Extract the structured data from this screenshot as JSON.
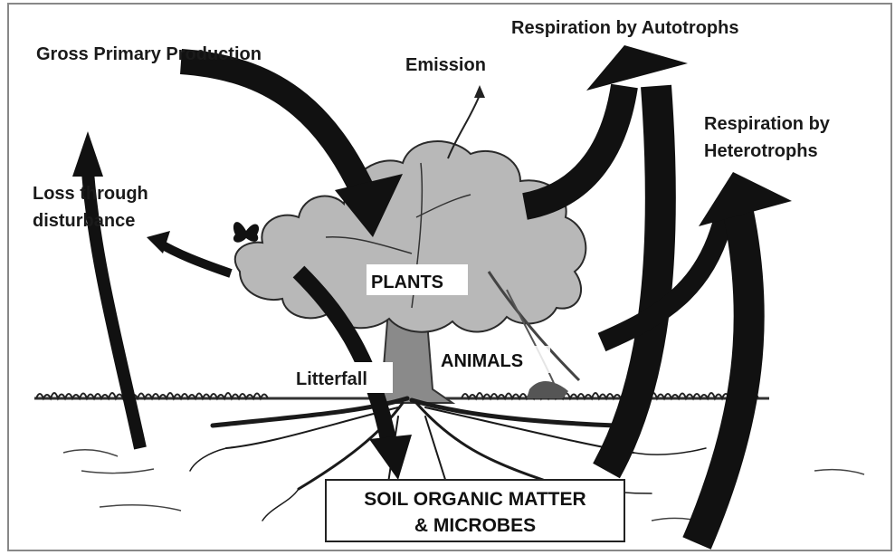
{
  "labels": {
    "gpp": "Gross Primary Production",
    "emission": "Emission",
    "resp_auto": "Respiration by Autotrophs",
    "resp_hetero_1": "Respiration by",
    "resp_hetero_2": "Heterotrophs",
    "loss_1": "Loss through",
    "loss_2": "disturbance",
    "plants": "PLANTS",
    "animals": "ANIMALS",
    "litterfall": "Litterfall",
    "soil_1": "SOIL ORGANIC MATTER",
    "soil_2": "& MICROBES"
  },
  "colors": {
    "arrow": "#111111",
    "canopy": "#b8b8b8",
    "canopy_stroke": "#2a2a2a",
    "trunk": "#8a8a8a",
    "ground": "#ffffff",
    "frame": "#7f7f7f"
  },
  "icons": [
    "butterfly-icon",
    "bird-icon"
  ]
}
